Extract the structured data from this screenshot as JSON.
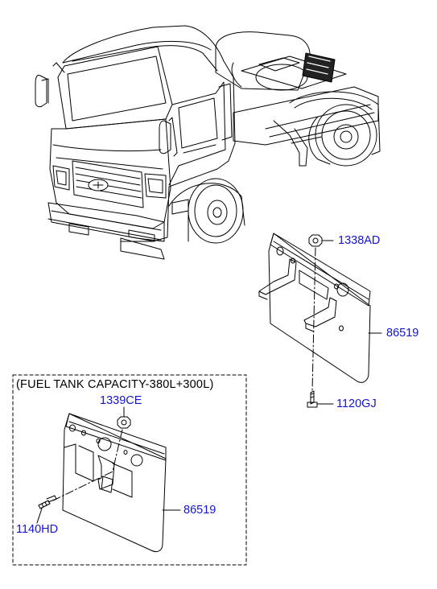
{
  "diagram": {
    "variant_caption": "(FUEL TANK CAPACITY-380L+300L)",
    "callouts": {
      "nut_upper": "1338AD",
      "flap_upper": "86519",
      "bolt_upper": "1120GJ",
      "nut_lower": "1339CE",
      "flap_lower": "86519",
      "bolt_lower": "1140HD"
    },
    "colors": {
      "label": "#1414d2",
      "line": "#000000"
    }
  }
}
